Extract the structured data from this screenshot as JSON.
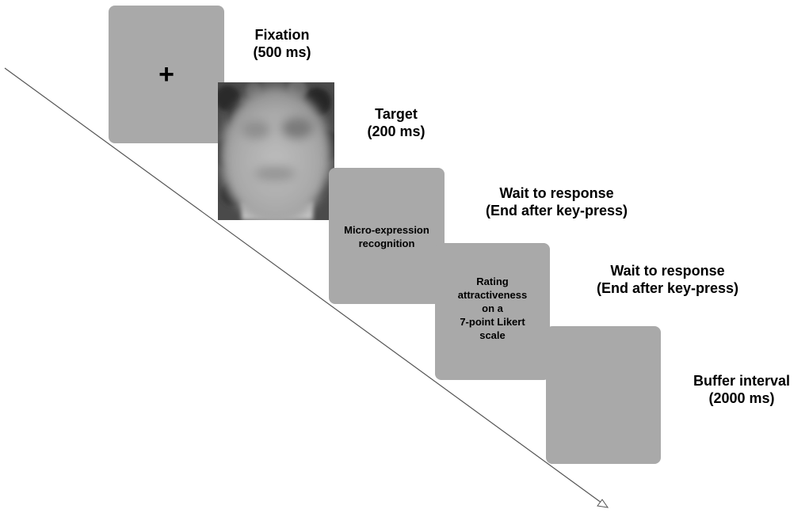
{
  "fixation": {
    "symbol": "+",
    "label_line1": "Fixation",
    "label_line2": "(500 ms)"
  },
  "target": {
    "label_line1": "Target",
    "label_line2": "(200 ms)"
  },
  "micro_expression": {
    "screen_line1": "Micro-expression",
    "screen_line2": "recognition",
    "label_line1": "Wait to response",
    "label_line2": "(End after key-press)"
  },
  "rating": {
    "screen_line1": "Rating",
    "screen_line2": "attractiveness",
    "screen_line3": "on a",
    "screen_line4": "7-point Likert",
    "screen_line5": "scale",
    "label_line1": "Wait to response",
    "label_line2": "(End after key-press)"
  },
  "buffer": {
    "label_line1": "Buffer interval",
    "label_line2": "(2000 ms)"
  },
  "colors": {
    "screen_fill": "#a9a9a9",
    "text": "#000000",
    "arrow": "#555555"
  }
}
